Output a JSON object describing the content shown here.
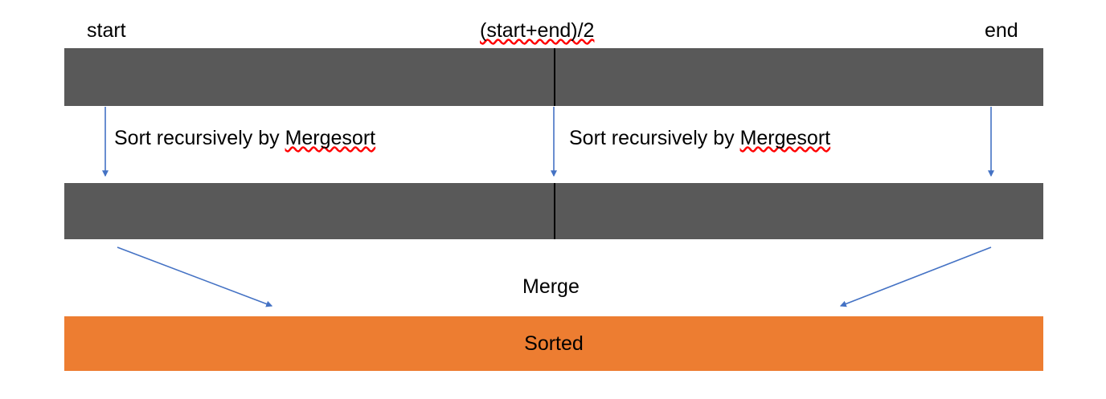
{
  "diagram": {
    "title_labels": {
      "start": "start",
      "mid": "(start+end)/2",
      "end": "end"
    },
    "steps": [
      {
        "id": "left-recursion",
        "label": "Sort recursively by ",
        "misspelled": "Mergesort"
      },
      {
        "id": "right-recursion",
        "label": "Sort recursively by ",
        "misspelled": "Mergesort"
      }
    ],
    "merge_label": "Merge",
    "bars": [
      {
        "id": "input-array",
        "caption": "",
        "state": "unsorted",
        "split": true
      },
      {
        "id": "recursed-array",
        "caption": "",
        "state": "unsorted",
        "split": true
      },
      {
        "id": "merged-array",
        "caption": "Sorted",
        "state": "sorted",
        "split": false
      }
    ],
    "colors": {
      "unsorted": "#595959",
      "sorted": "#ED7D31",
      "arrow": "#4472C4",
      "divider": "#000000",
      "spellcheck": "#FF0000",
      "text": "#000000",
      "background": "#FFFFFF"
    }
  }
}
